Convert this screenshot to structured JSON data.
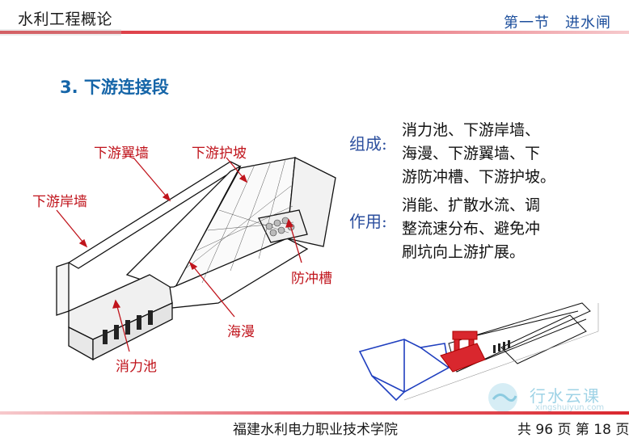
{
  "header": {
    "course_title": "水利工程概论",
    "section_title": "第一节　进水闸"
  },
  "slide": {
    "heading": "3. 下游连接段",
    "diagram_labels": {
      "wing_wall": "下游翼墙",
      "revetment": "下游护坡",
      "bank_wall": "下游岸墙",
      "anti_scour": "防冲槽",
      "apron": "海漫",
      "stilling_basin": "消力池"
    },
    "composition": {
      "label": "组成:",
      "lines": [
        "消力池、下游岸墙、",
        "海漫、下游翼墙、下",
        "游防冲槽、下游护坡。"
      ]
    },
    "function": {
      "label": "作用:",
      "lines": [
        "消能、扩散水流、调",
        "整流速分布、避免冲",
        "刷坑向上游扩展。"
      ]
    }
  },
  "footer": {
    "institution": "福建水利电力职业技术学院",
    "page_prefix": "共",
    "total_pages": "96",
    "page_mid": "页 第",
    "current_page": "18",
    "page_suffix": "页"
  },
  "watermark": {
    "text": "行水云课",
    "sub": "xingshuiyun.com"
  },
  "colors": {
    "accent_blue": "#1565a8",
    "label_red": "#c0141c",
    "text_blue": "#2c4f9e",
    "bar_red": "#d9272e"
  }
}
